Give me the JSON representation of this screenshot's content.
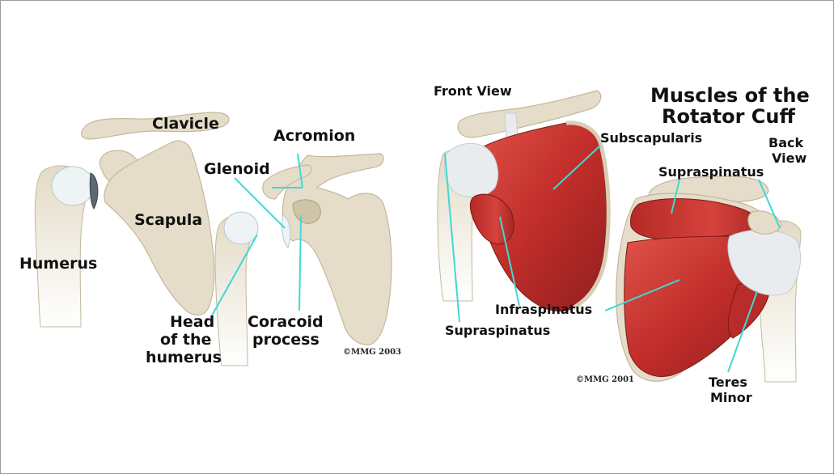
{
  "left_figure": {
    "labels": {
      "clavicle": "Clavicle",
      "acromion": "Acromion",
      "glenoid": "Glenoid",
      "scapula": "Scapula",
      "humerus": "Humerus",
      "head_line1": "Head",
      "head_line2": "of the",
      "head_line3": "humerus",
      "coracoid_line1": "Coracoid",
      "coracoid_line2": "process"
    },
    "copyright": "©MMG 2003"
  },
  "right_figure": {
    "title_line1": "Muscles of the",
    "title_line2": "Rotator Cuff",
    "labels": {
      "front_view": "Front View",
      "back_view_line1": "Back",
      "back_view_line2": "View",
      "subscapularis": "Subscapularis",
      "supraspinatus_back": "Supraspinatus",
      "infraspinatus": "Infraspinatus",
      "supraspinatus_front": "Supraspinatus",
      "teres_line1": "Teres",
      "teres_line2": "Minor"
    },
    "copyright": "©MMG 2001"
  },
  "colors": {
    "pointer": "#3fd9d6",
    "bone": "#e5ddc9",
    "muscle": "#c8322e",
    "tendon": "#e9ecee"
  }
}
